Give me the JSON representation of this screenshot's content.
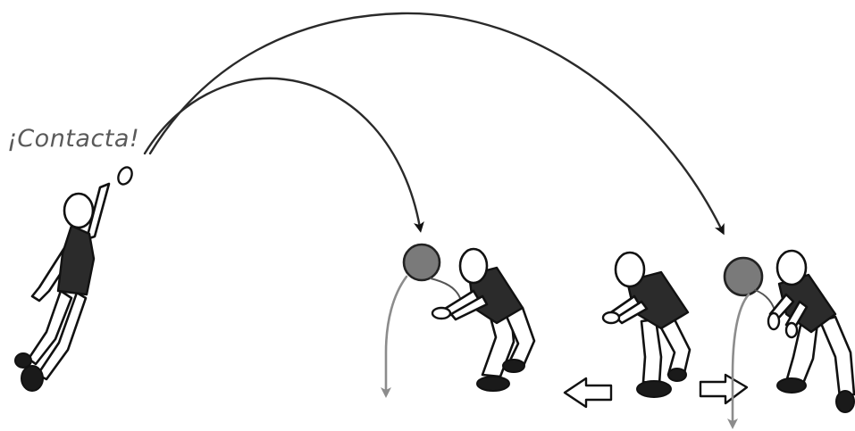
{
  "caption": {
    "text": "¡Contacta!"
  },
  "colors": {
    "ink": "#111111",
    "shirt": "#2b2b2b",
    "ball": "#7a7a7a",
    "drop_path": "#8c8c8c",
    "text": "#5a5a5a"
  },
  "icons": {
    "trajectory_arrow": "arrow-curve",
    "move_left": "hollow-arrow-left",
    "move_right": "hollow-arrow-right"
  }
}
